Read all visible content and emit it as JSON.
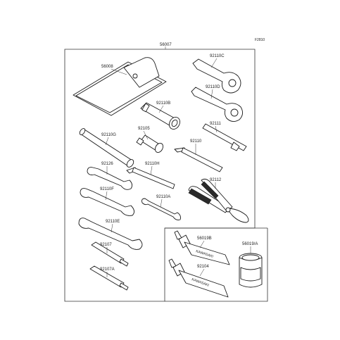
{
  "figure_code": "F2810",
  "labels": {
    "kit": "56007",
    "pouch": "56008",
    "wrench_c": "92110C",
    "wrench_d": "92110D",
    "plug_wrench_b": "92110B",
    "handle_92105": "92105",
    "bar_92111": "92111",
    "bar_g": "92110G",
    "hex_92110": "92110",
    "spanner_92126": "92126",
    "hex_h": "92110H",
    "pliers_92112": "92112",
    "spanner_f": "92110F",
    "spanner_a": "92110A",
    "spanner_e": "92110E",
    "screwdriver_92107": "92107",
    "screwdriver_a": "92107A",
    "grease_b": "56019B",
    "grease_92104": "92104",
    "can": "56019/A"
  },
  "print": {
    "tube_top": "KAWASAKI",
    "tube_bottom": "KAWASAKI"
  }
}
